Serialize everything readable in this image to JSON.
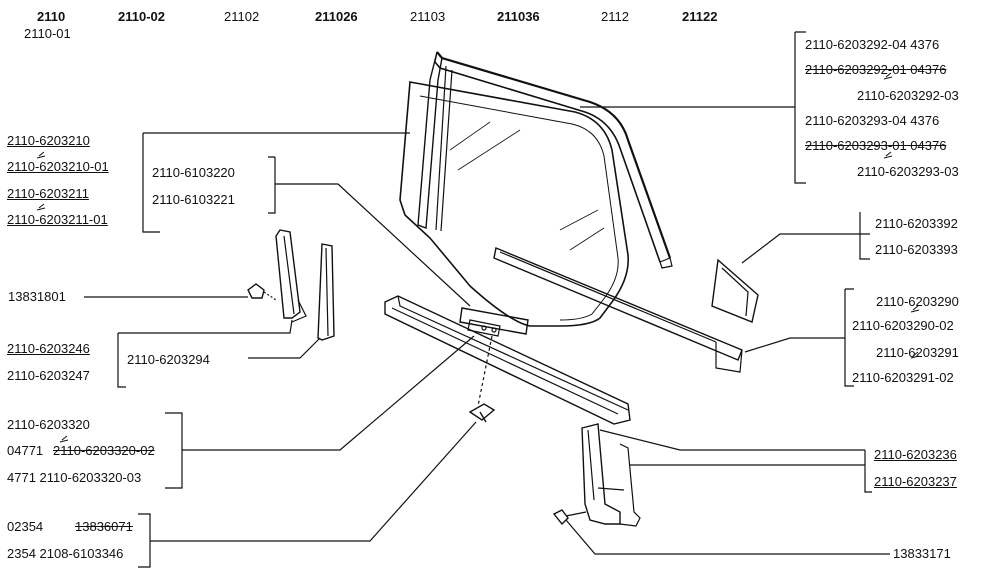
{
  "models": [
    "2110",
    "2110-01",
    "2110-02",
    "21102",
    "211026",
    "21103",
    "211036",
    "2112",
    "21122"
  ],
  "labels": {
    "l1": "2110-6203210",
    "l2": "2110-6203210-01",
    "l3": "2110-6203211",
    "l4": "2110-6203211-01",
    "l5": "2110-6103220",
    "l6": "2110-6103221",
    "l7": "13831801",
    "l8": "2110-6203246",
    "l9": "2110-6203247",
    "l10": "2110-6203294",
    "l11": "2110-6203320",
    "l12a": "04771",
    "l12b": "2110-6203320-02",
    "l13": "4771 2110-6203320-03",
    "l14a": "02354",
    "l14b": "13836071",
    "l15": "2354 2108-6103346",
    "r1": "2110-6203292-04   4376",
    "r2": "2110-6203292-01 04376",
    "r3": "2110-6203292-03",
    "r4": "2110-6203293-04   4376",
    "r5": "2110-6203293-01 04376",
    "r6": "2110-6203293-03",
    "r7": "2110-6203392",
    "r8": "2110-6203393",
    "r9": "2110-6203290",
    "r10": "2110-6203290-02",
    "r11": "2110-6203291",
    "r12": "2110-6203291-02",
    "r13": "2110-6203236",
    "r14": "2110-6203237",
    "r15": "13833171"
  }
}
